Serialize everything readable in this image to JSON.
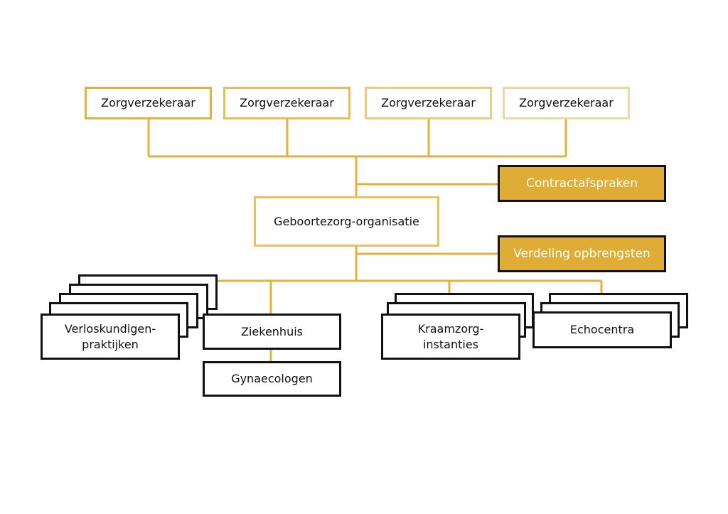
{
  "insurers": [
    {
      "label": "Zorgverzekeraar"
    },
    {
      "label": "Zorgverzekeraar"
    },
    {
      "label": "Zorgverzekeraar"
    },
    {
      "label": "Zorgverzekeraar"
    }
  ],
  "contract": {
    "label": "Contractafspraken"
  },
  "organisation": {
    "label": "Geboortezorg-organisatie"
  },
  "revenue": {
    "label": "Verdeling opbrengsten"
  },
  "providers": {
    "midwives": {
      "line1": "Verloskundigen-",
      "line2": "praktijken"
    },
    "hospital": {
      "label": "Ziekenhuis"
    },
    "gynaecologists": {
      "label": "Gynaecologen"
    },
    "maternity": {
      "line1": "Kraamzorg-",
      "line2": "instanties"
    },
    "echo": {
      "label": "Echocentra"
    }
  },
  "colors": {
    "accent": "#dfad35",
    "line": "#e2b23e",
    "border_dark": "#111111"
  }
}
